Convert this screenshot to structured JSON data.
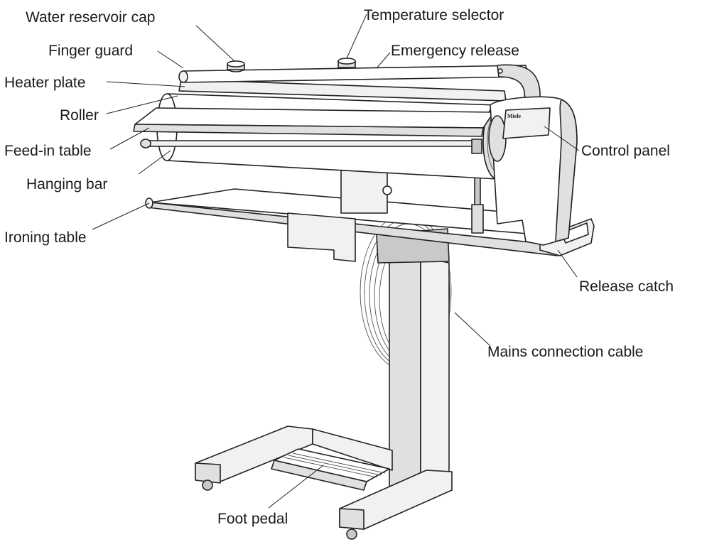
{
  "figure": {
    "brand_mark": "Miele",
    "labels": {
      "water_reservoir_cap": "Water reservoir cap",
      "temperature_selector": "Temperature selector",
      "finger_guard": "Finger guard",
      "emergency_release": "Emergency release",
      "heater_plate": "Heater plate",
      "roller": "Roller",
      "feed_in_table": "Feed-in table",
      "control_panel": "Control panel",
      "hanging_bar": "Hanging bar",
      "ironing_table": "Ironing table",
      "release_catch": "Release catch",
      "mains_connection_cable": "Mains connection cable",
      "foot_pedal": "Foot pedal"
    }
  }
}
